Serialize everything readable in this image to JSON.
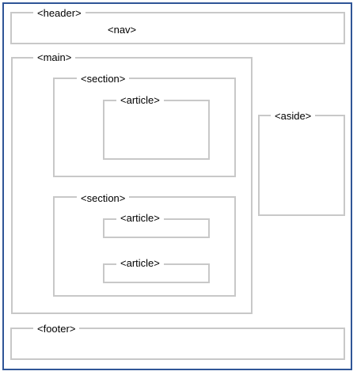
{
  "diagram": {
    "header": "<header>",
    "nav": "<nav>",
    "main": "<main>",
    "section_1": "<section>",
    "article_1": "<article>",
    "section_2": "<section>",
    "article_2": "<article>",
    "article_3": "<article>",
    "aside": "<aside>",
    "footer": "<footer>"
  },
  "colors": {
    "frame_border": "#2f5597",
    "box_border": "#c8c8c8",
    "label_text": "#000000"
  }
}
